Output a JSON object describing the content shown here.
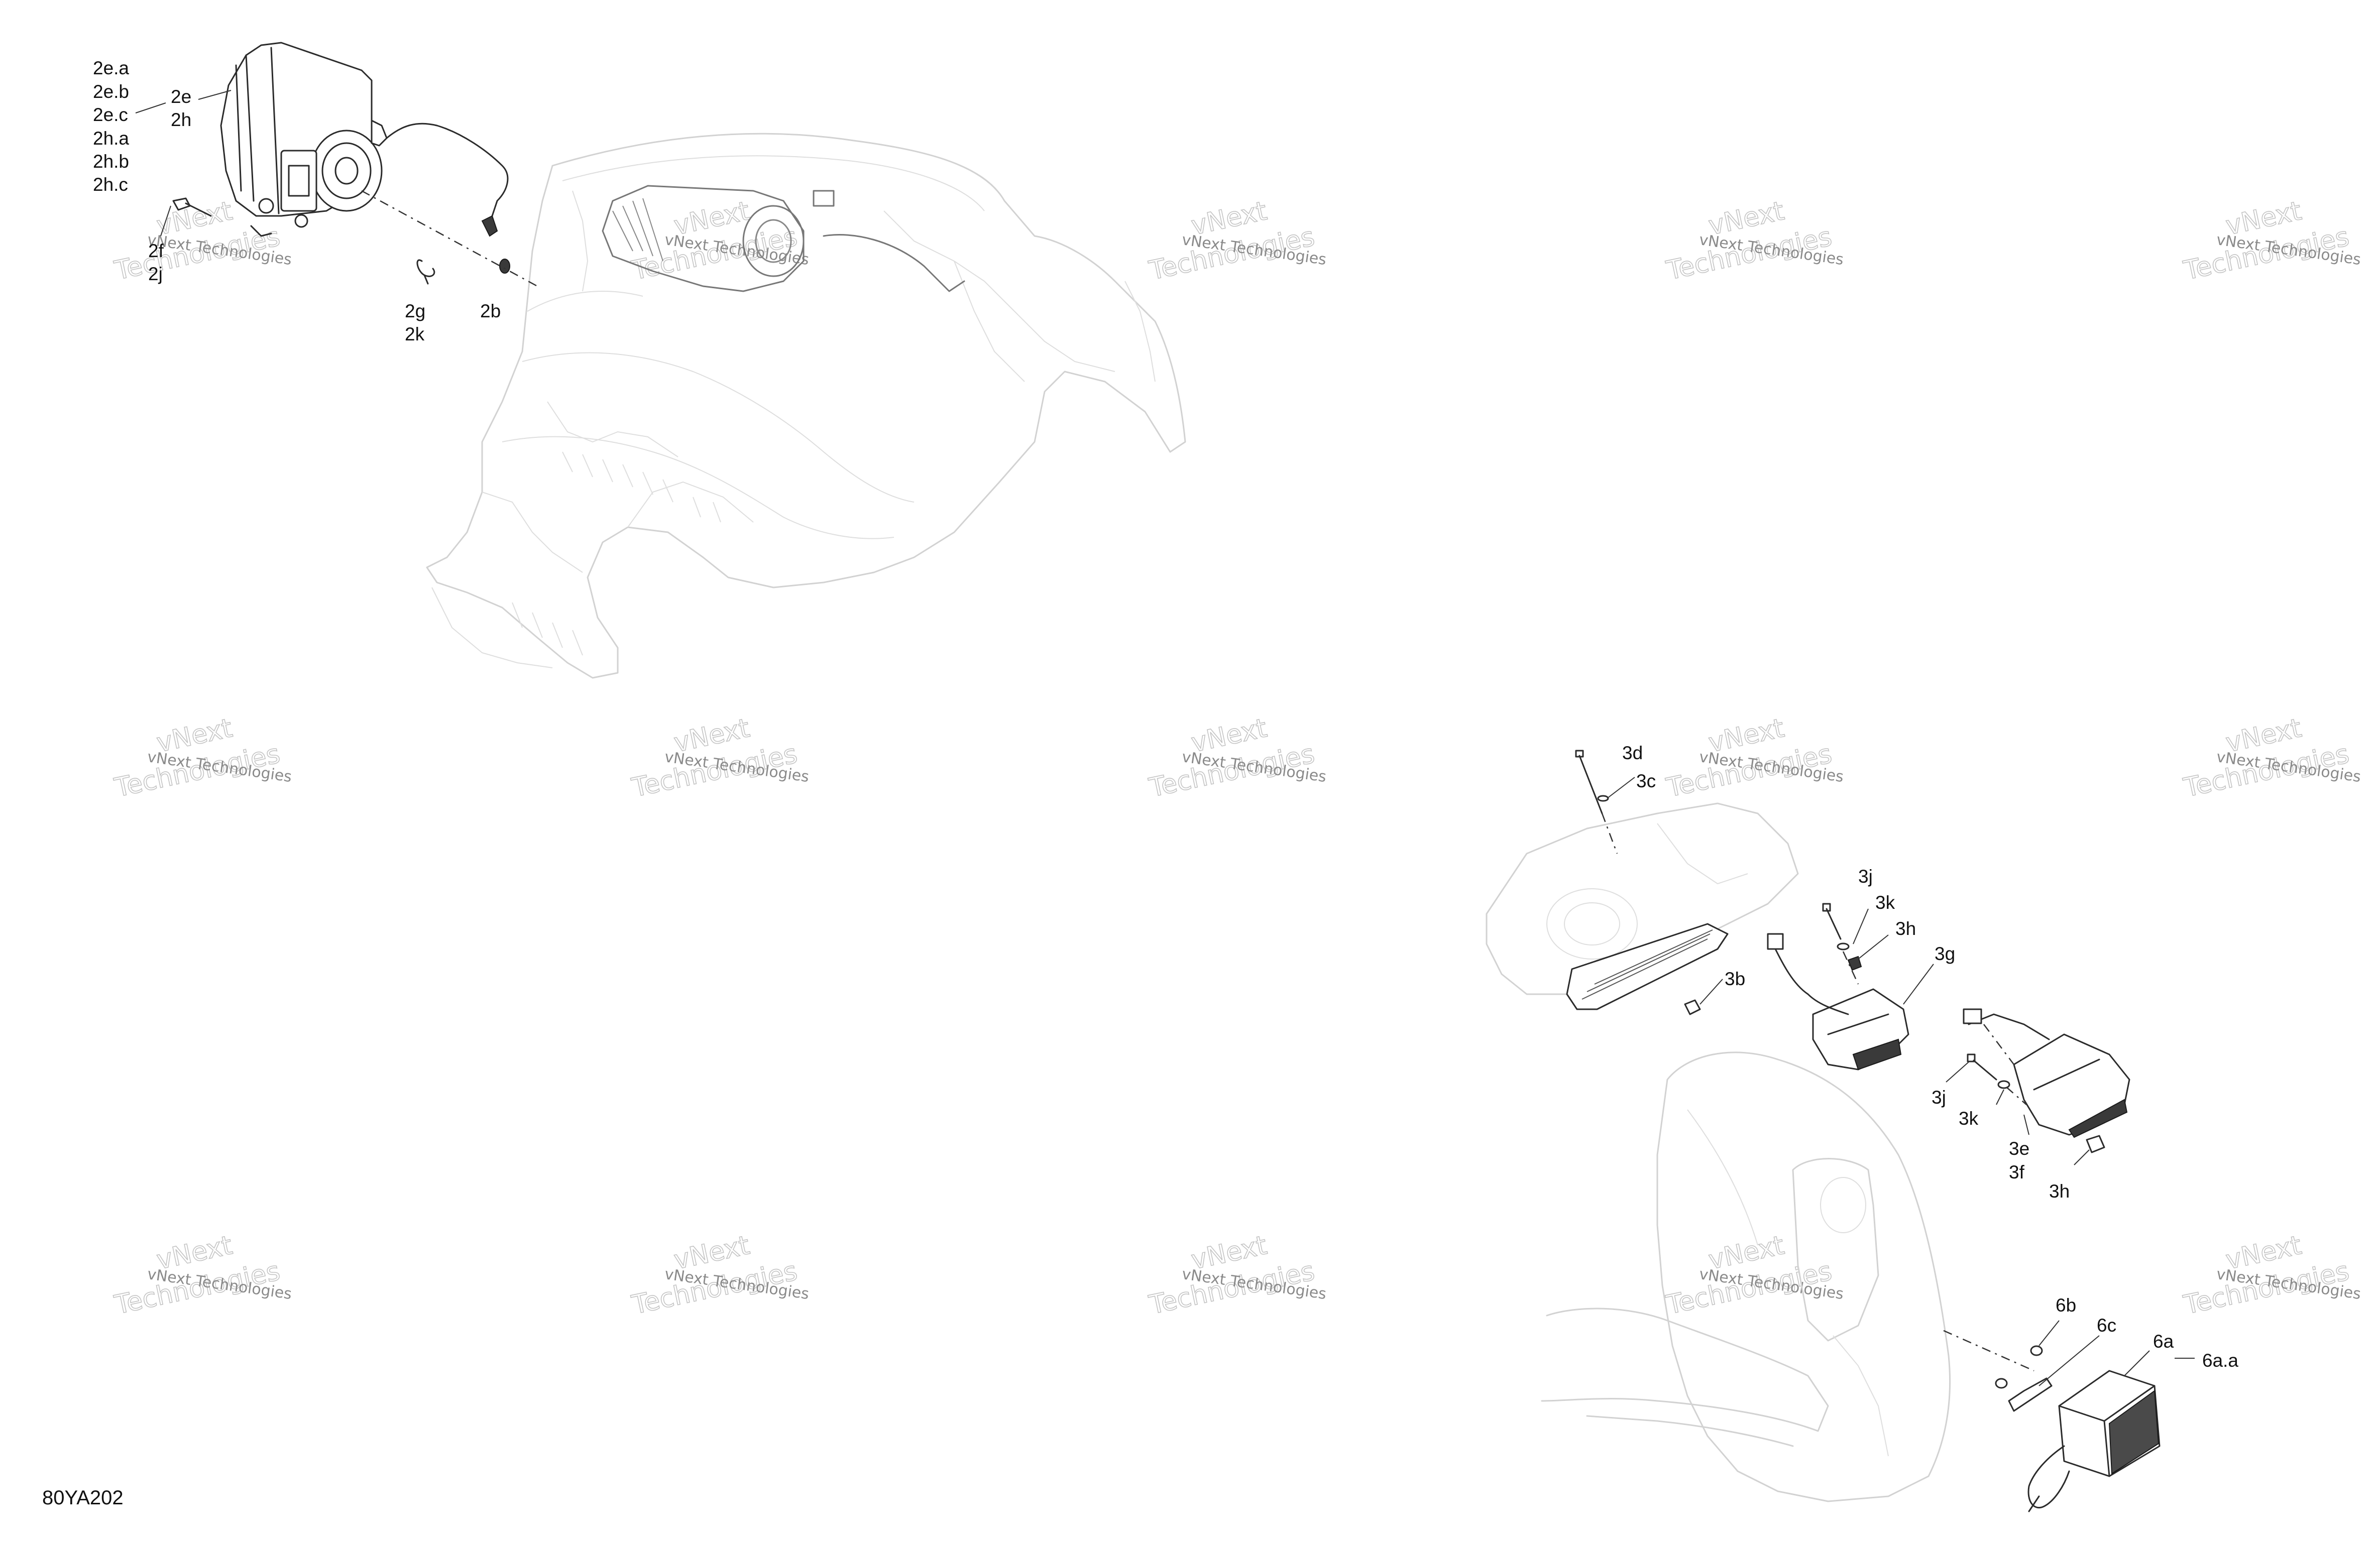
{
  "reference_code": "80YA202",
  "watermark": {
    "name": "vNext Technologies",
    "big_word_1": "vNext",
    "big_word_2": "Technologies"
  },
  "callouts": {
    "c_2e_a": "2e.a",
    "c_2e_b": "2e.b",
    "c_2e_c": "2e.c",
    "c_2h_a": "2h.a",
    "c_2h_b": "2h.b",
    "c_2h_c": "2h.c",
    "c_2e": "2e",
    "c_2h": "2h",
    "c_2f": "2f",
    "c_2j": "2j",
    "c_2g": "2g",
    "c_2k": "2k",
    "c_2b": "2b",
    "c_3d": "3d",
    "c_3c": "3c",
    "c_3j_top": "3j",
    "c_3k_top": "3k",
    "c_3h_top": "3h",
    "c_3g": "3g",
    "c_3b": "3b",
    "c_3j_bot": "3j",
    "c_3k_bot": "3k",
    "c_3e": "3e",
    "c_3f": "3f",
    "c_3h_bot": "3h",
    "c_6b": "6b",
    "c_6c": "6c",
    "c_6a": "6a",
    "c_6a_a": "6a.a"
  }
}
